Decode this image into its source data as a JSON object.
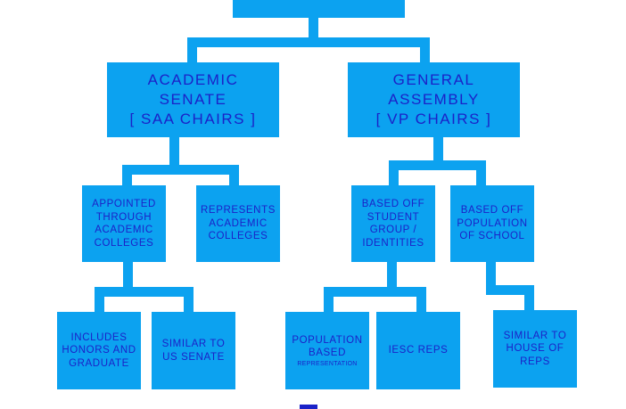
{
  "diagram": {
    "colors": {
      "box": "#0ca2f0",
      "text": "#1b22c8",
      "background": "#ffffff"
    },
    "top": {
      "lines": []
    },
    "level1": {
      "academic_senate": {
        "lines": [
          "ACADEMIC",
          "SENATE",
          "[ SAA CHAIRS ]"
        ]
      },
      "general_assembly": {
        "lines": [
          "GENERAL",
          "ASSEMBLY",
          "[ VP CHAIRS ]"
        ]
      }
    },
    "level2": {
      "appointed": {
        "lines": [
          "APPOINTED",
          "THROUGH",
          "ACADEMIC",
          "COLLEGES"
        ]
      },
      "represents": {
        "lines": [
          "REPRESENTS",
          "ACADEMIC",
          "COLLEGES"
        ]
      },
      "based_student_groups": {
        "lines": [
          "BASED OFF",
          "STUDENT",
          "GROUP /",
          "IDENTITIES"
        ]
      },
      "based_population": {
        "lines": [
          "BASED OFF",
          "POPULATION",
          "OF SCHOOL"
        ]
      }
    },
    "level3": {
      "includes_honors": {
        "lines": [
          "INCLUDES",
          "HONORS AND",
          "GRADUATE"
        ]
      },
      "similar_senate": {
        "lines": [
          "SIMILAR TO",
          "US SENATE"
        ]
      },
      "population_based": {
        "lines": [
          "POPULATION",
          "BASED"
        ],
        "small_line": "REPRESENTATION"
      },
      "iesc_reps": {
        "lines": [
          "IESC REPS"
        ]
      },
      "similar_house": {
        "lines": [
          "SIMILAR TO",
          "HOUSE OF",
          "REPS"
        ]
      }
    }
  }
}
